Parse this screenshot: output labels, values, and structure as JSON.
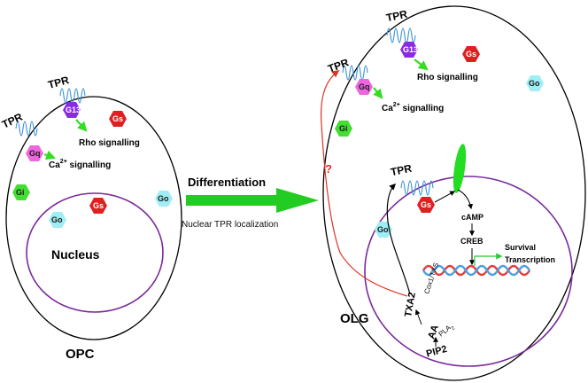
{
  "colors": {
    "cell_border": "#000000",
    "nucleus_border": "#7a2a9a",
    "receptor_wave": "#3a8fd8",
    "gq": "#ee66dd",
    "g13": "#8a2be2",
    "gs": "#e02020",
    "gi": "#44dd33",
    "go": "#9eeef4",
    "green_arrow": "#33dd22",
    "red_path": "#dd3322",
    "dna_red": "#e04040",
    "dna_blue": "#4aa0e0"
  },
  "opc": {
    "label": "OPC",
    "nucleus_label": "Nucleus",
    "receptors": [
      "TPR",
      "TPR"
    ],
    "proteins": {
      "gq": "Gq",
      "g13": "G13",
      "gs": "Gs",
      "gi": "Gi",
      "go": "Go",
      "gs_nuclear": "Gs",
      "go_nuclear": "Go"
    },
    "rho": "Rho signalling",
    "ca_prefix": "Ca",
    "ca_sup": "2+",
    "ca_suffix": " signalling"
  },
  "transition": {
    "title": "Differentiation",
    "subtitle": "Nuclear TPR localization"
  },
  "olg": {
    "label": "OLG",
    "receptors": [
      "TPR",
      "TPR",
      "TPR"
    ],
    "proteins": {
      "gq": "Gq",
      "g13": "G13",
      "gs": "Gs",
      "go": "Go",
      "gi": "Gi",
      "gs_nuclear": "Gs",
      "go_nuclear": "Go"
    },
    "rho": "Rho signalling",
    "ca_prefix": "Ca",
    "ca_sup": "2+",
    "ca_suffix": " signalling",
    "question": "?",
    "cascade": [
      "cAMP",
      "CREB"
    ],
    "outputs": [
      "Survival",
      "Transcription"
    ],
    "lipid_path": {
      "txa2": "TXA2",
      "aa": "AA",
      "pip2": "PIP2",
      "enzyme_cox": "Cox1/TXS",
      "enzyme_pla_prefix": "PLA",
      "enzyme_pla_sub": "2"
    }
  }
}
